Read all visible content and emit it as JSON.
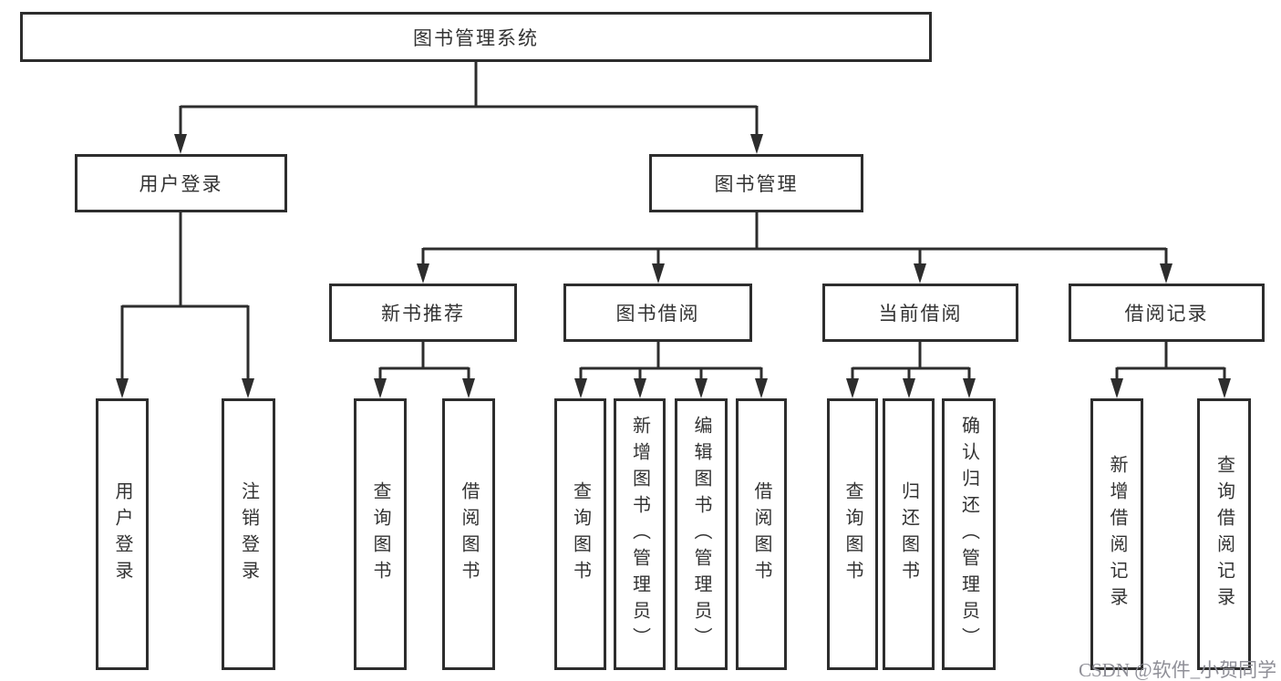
{
  "diagram_type": "hierarchy-tree",
  "nodes": {
    "root": {
      "label": "图书管理系统"
    },
    "user_login": {
      "label": "用户登录"
    },
    "book_mgmt": {
      "label": "图书管理"
    },
    "new_book_rec": {
      "label": "新书推荐"
    },
    "book_borrow": {
      "label": "图书借阅"
    },
    "current_borrow": {
      "label": "当前借阅"
    },
    "borrow_record": {
      "label": "借阅记录"
    },
    "leaf_user_login": {
      "label": "用户登录"
    },
    "leaf_logout": {
      "label": "注销登录"
    },
    "leaf_query_book_newrec": {
      "label": "查询图书"
    },
    "leaf_borrow_book_newrec": {
      "label": "借阅图书"
    },
    "leaf_query_book_borrow": {
      "label": "查询图书"
    },
    "leaf_add_book": {
      "label": "新增图书（管理员）"
    },
    "leaf_edit_book": {
      "label": "编辑图书（管理员）"
    },
    "leaf_borrow_book_borrow": {
      "label": "借阅图书"
    },
    "leaf_query_book_current": {
      "label": "查询图书"
    },
    "leaf_return_book": {
      "label": "归还图书"
    },
    "leaf_confirm_return": {
      "label": "确认归还（管理员）"
    },
    "leaf_add_borrow_record": {
      "label": "新增借阅记录"
    },
    "leaf_query_borrow_record": {
      "label": "查询借阅记录"
    }
  },
  "hierarchy": {
    "图书管理系统": {
      "用户登录": [
        "用户登录",
        "注销登录"
      ],
      "图书管理": {
        "新书推荐": [
          "查询图书",
          "借阅图书"
        ],
        "图书借阅": [
          "查询图书",
          "新增图书（管理员）",
          "编辑图书（管理员）",
          "借阅图书"
        ],
        "当前借阅": [
          "查询图书",
          "归还图书",
          "确认归还（管理员）"
        ],
        "借阅记录": [
          "新增借阅记录",
          "查询借阅记录"
        ]
      }
    }
  },
  "watermark": {
    "text": "CSDN @软件_小贺同学"
  },
  "colors": {
    "line": "#2d2d2d",
    "box_border": "#2d2d2d",
    "box_fill": "#ffffff",
    "text": "#333333",
    "watermark": "#8f8f97",
    "background": "#ffffff"
  }
}
